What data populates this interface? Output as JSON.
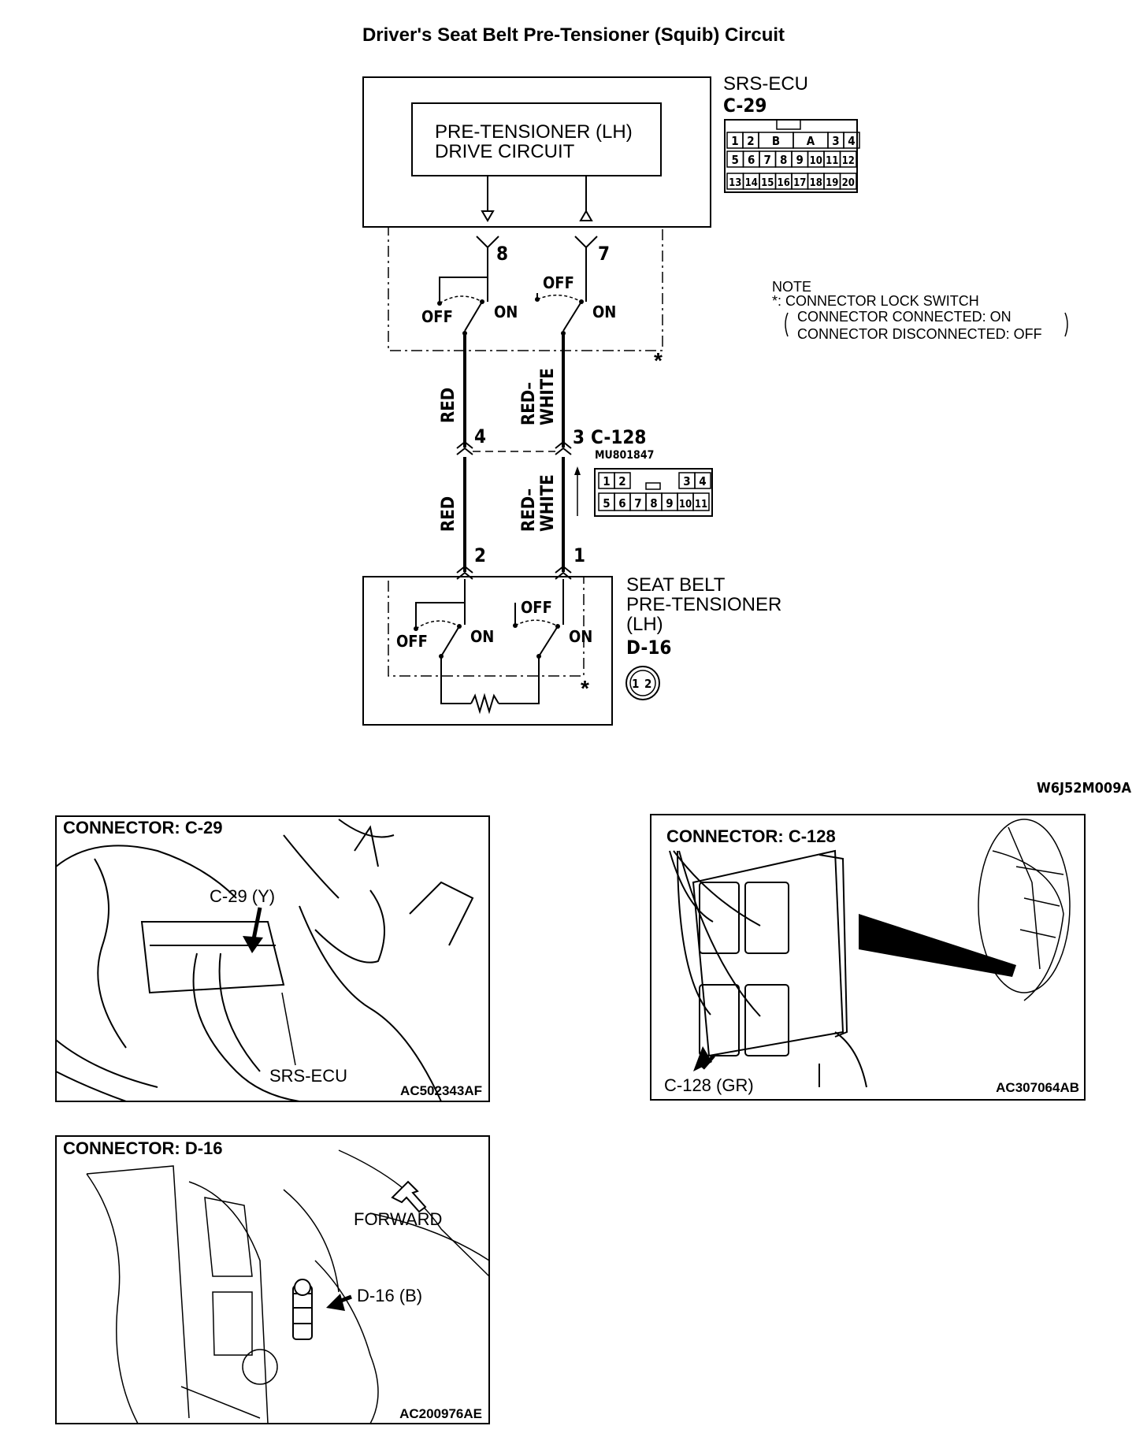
{
  "title": "Driver's Seat Belt Pre-Tensioner (Squib) Circuit",
  "ecu": {
    "name": "SRS-ECU",
    "connector": "C-29",
    "drive_circuit_line1": "PRE-TENSIONER (LH)",
    "drive_circuit_line2": "DRIVE CIRCUIT",
    "pin_left": "8",
    "pin_right": "7",
    "connector_pins_row1": [
      "1",
      "2",
      "B",
      "A",
      "3",
      "4"
    ],
    "connector_pins_row2": [
      "5",
      "6",
      "7",
      "8",
      "9",
      "10",
      "11",
      "12"
    ],
    "connector_pins_row3": [
      "13",
      "14",
      "15",
      "16",
      "17",
      "18",
      "19",
      "20"
    ]
  },
  "switch_labels": {
    "off": "OFF",
    "on": "ON",
    "asterisk": "*"
  },
  "note": {
    "heading": "NOTE",
    "line1": "*: CONNECTOR LOCK SWITCH",
    "line2": "CONNECTOR CONNECTED: ON",
    "line3": "CONNECTOR DISCONNECTED: OFF"
  },
  "wires": {
    "left_color": "RED",
    "right_color_line1": "RED–",
    "right_color_line2": "WHITE"
  },
  "intermediate_connector": {
    "name": "C-128",
    "part_no": "MU801847",
    "pin_left": "4",
    "pin_right": "3",
    "pins_row1": [
      "1",
      "2",
      "3",
      "4"
    ],
    "pins_row2": [
      "5",
      "6",
      "7",
      "8",
      "9",
      "10",
      "11"
    ]
  },
  "pretensioner": {
    "line1": "SEAT BELT",
    "line2": "PRE-TENSIONER",
    "line3": "(LH)",
    "connector": "D-16",
    "pin_left": "2",
    "pin_right": "1",
    "pins": [
      "1",
      "2"
    ]
  },
  "diagram_code": "W6J52M009A",
  "panels": {
    "c29": {
      "title": "CONNECTOR: C-29",
      "callout": "C-29 (Y)",
      "label": "SRS-ECU",
      "code": "AC502343AF"
    },
    "c128": {
      "title": "CONNECTOR: C-128",
      "callout": "C-128 (GR)",
      "code": "AC307064AB"
    },
    "d16": {
      "title": "CONNECTOR: D-16",
      "forward": "FORWARD",
      "callout": "D-16 (B)",
      "code": "AC200976AE"
    }
  }
}
